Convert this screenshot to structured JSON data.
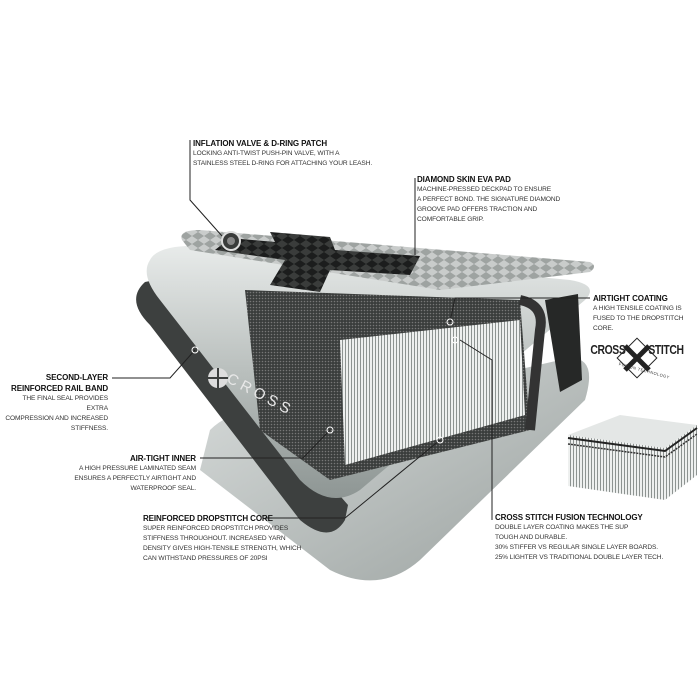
{
  "brand": {
    "board_logo": "CROSS",
    "logo_left": "CROSS",
    "logo_right": "STITCH",
    "logo_sub": "FUSION TECHNOLOGY"
  },
  "callouts": {
    "inflation_valve": {
      "title": "INFLATION VALVE & D-RING PATCH",
      "lines": [
        "LOCKING ANTI-TWIST PUSH-PIN VALVE, WITH A",
        "STAINLESS STEEL D-RING FOR ATTACHING YOUR LEASH."
      ]
    },
    "diamond_pad": {
      "title": "DIAMOND SKIN EVA PAD",
      "lines": [
        "MACHINE-PRESSED DECKPAD TO ENSURE",
        "A PERFECT BOND.  THE SIGNATURE DIAMOND",
        "GROOVE PAD OFFERS TRACTION AND",
        "COMFORTABLE GRIP."
      ]
    },
    "airtight_coating": {
      "title": "AIRTIGHT COATING",
      "lines": [
        "A HIGH TENSILE COATING IS",
        "FUSED TO THE DROPSTITCH CORE."
      ]
    },
    "rail_band": {
      "title1": "SECOND-LAYER",
      "title2": "REINFORCED RAIL BAND",
      "lines": [
        "THE FINAL SEAL PROVIDES EXTRA",
        "COMPRESSION AND INCREASED",
        "STIFFNESS."
      ]
    },
    "airtight_inner": {
      "title": "AIR-TIGHT INNER",
      "lines": [
        "A HIGH PRESSURE LAMINATED SEAM",
        "ENSURES A PERFECTLY AIRTIGHT AND",
        "WATERPROOF SEAL."
      ]
    },
    "dropstitch_core": {
      "title": "REINFORCED DROPSTITCH CORE",
      "lines": [
        "SUPER REINFORCED DROPSTITCH PROVIDES",
        "STIFFNESS THROUGHOUT.  INCREASED YARN",
        "DENSITY GIVES HIGH-TENSILE STRENGTH, WHICH",
        "CAN WITHSTAND PRESSURES OF 20PSI"
      ]
    },
    "cross_stitch": {
      "title": "CROSS STITCH FUSION TECHNOLOGY",
      "lines": [
        "DOUBLE LAYER COATING MAKES THE SUP",
        "TOUGH AND DURABLE.",
        "30% STIFFER VS REGULAR SINGLE LAYER BOARDS.",
        "25% LIGHTER VS TRADITIONAL DOUBLE LAYER TECH."
      ]
    }
  }
}
